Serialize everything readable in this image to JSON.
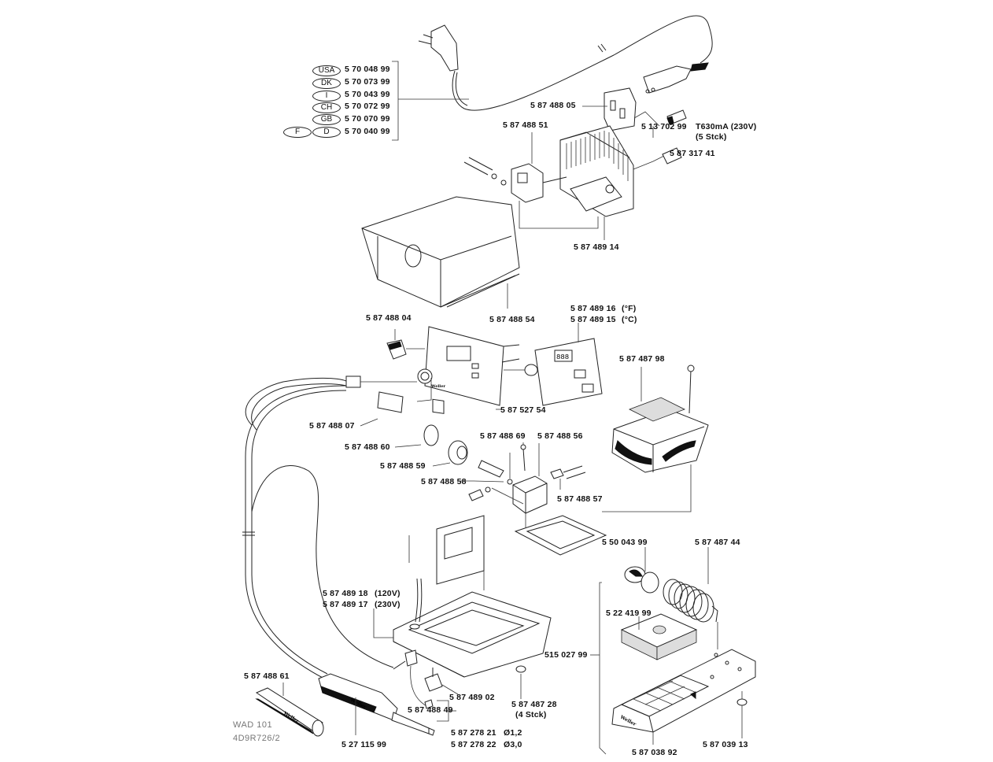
{
  "diagram": {
    "type": "exploded parts diagram",
    "brand_marking": "Weller",
    "model": "WAD 101",
    "drawing_number": "4D9R726/2",
    "power_cords": [
      {
        "country": "USA",
        "part": "5 70 048 99"
      },
      {
        "country": "DK",
        "part": "5 70 073 99"
      },
      {
        "country": "I",
        "part": "5 70 043 99"
      },
      {
        "country": "CH",
        "part": "5 70 072 99"
      },
      {
        "country": "GB",
        "part": "5 70 070 99"
      },
      {
        "country": "D",
        "alt_country": "F",
        "part": "5 70 040 99"
      }
    ],
    "parts": {
      "socket": "5 87 488 05",
      "fuse": "5 13 702 99",
      "fuse_spec": "T630mA  (230V)",
      "fuse_qty": "(5  Stck)",
      "valve": "5 87 488 51",
      "fitting": "5 87 317 41",
      "power_board": "5 87 489 14",
      "cover": "5 87 488 54",
      "control_board_f": "5 87 489 16",
      "control_board_f_unit": "(°F)",
      "control_board_c": "5 87 489 15",
      "control_board_c_unit": "(°C)",
      "switch": "5 87 488 04",
      "front_panel": "5 87 527 54",
      "window": "5 87 488 07",
      "transformer": "5 87 487 98",
      "knob_cap": "5 87 488 60",
      "knob": "5 87 488 59",
      "screw": "5 87 488 69",
      "pump_block": "5 87 488 56",
      "shaft": "5 87 488 58",
      "nozzle_fitting": "5 87 488 57",
      "base_120": "5 87 489 18",
      "base_120_unit": "(120V)",
      "base_230": "5 87 489 17",
      "base_230_unit": "(230V)",
      "sleeve": "5 50 043 99",
      "spring": "5 87 487 44",
      "sponge": "5 22 419 99",
      "stand": "515 027 99",
      "grip_tool": "5 87 488 61",
      "elbow": "5 87 488 49",
      "bracket": "5 87 489 02",
      "feet": "5 87 487 28",
      "feet_qty": "(4  Stck)",
      "iron": "5 27 115 99",
      "tip_small": "5 87 278 21",
      "tip_small_dia": "Ø1,2",
      "tip_large": "5 87 278 22",
      "tip_large_dia": "Ø3,0",
      "stand_tray": "5 87 038 92",
      "stand_foot": "5 87 039 13"
    }
  }
}
